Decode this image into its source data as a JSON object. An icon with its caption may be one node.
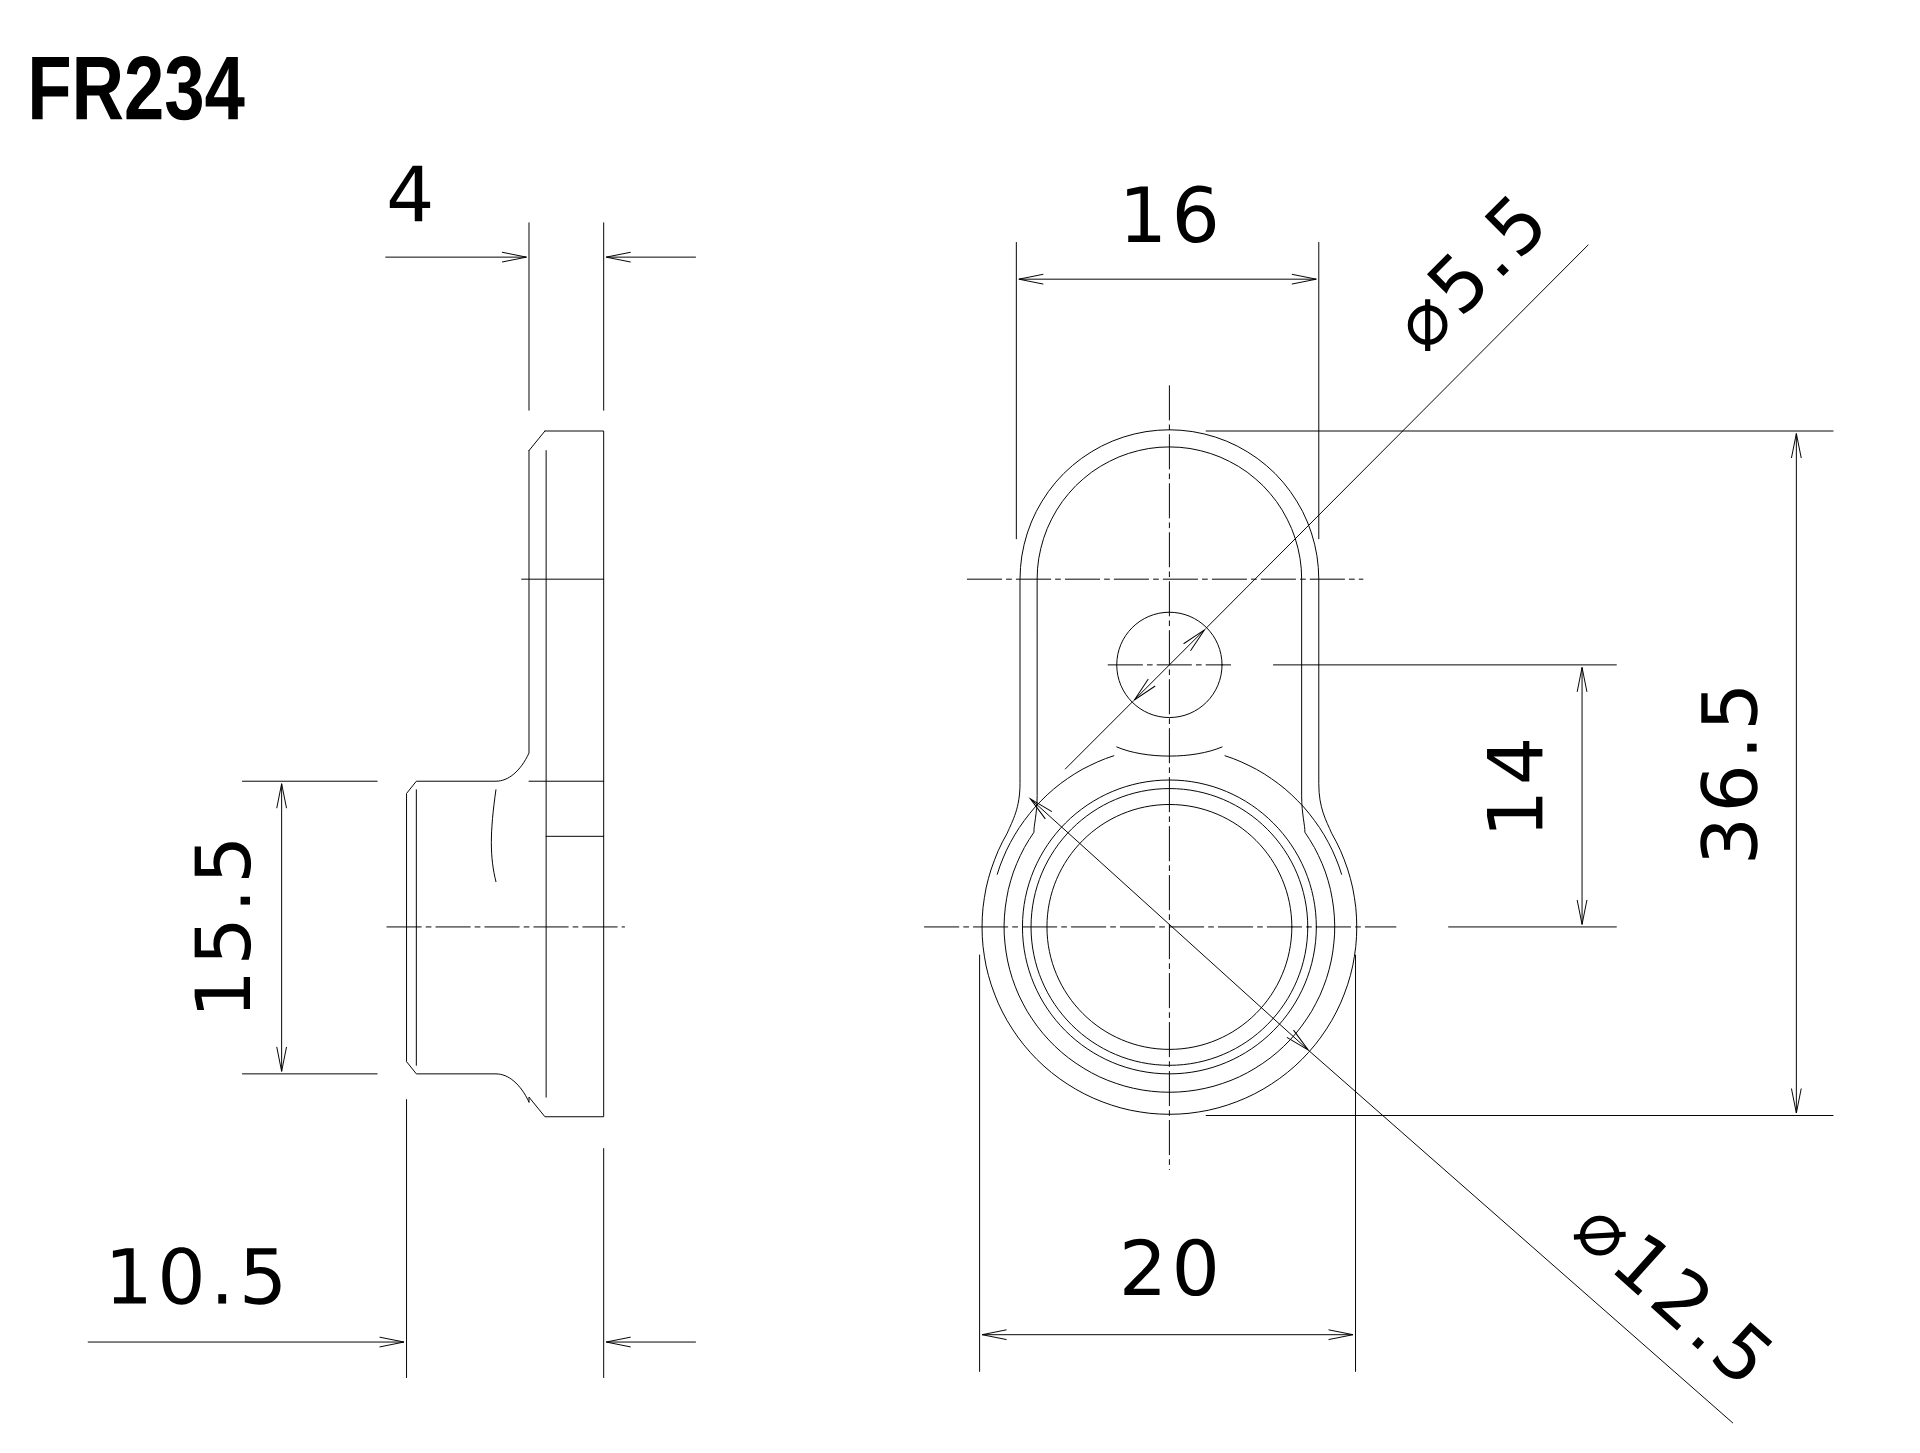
{
  "diagram": {
    "title": "FR234",
    "labels": [
      "4",
      "15.5",
      "10.5",
      "16",
      "⌀5.5",
      "14",
      "36.5",
      "20",
      "⌀12.5"
    ]
  }
}
